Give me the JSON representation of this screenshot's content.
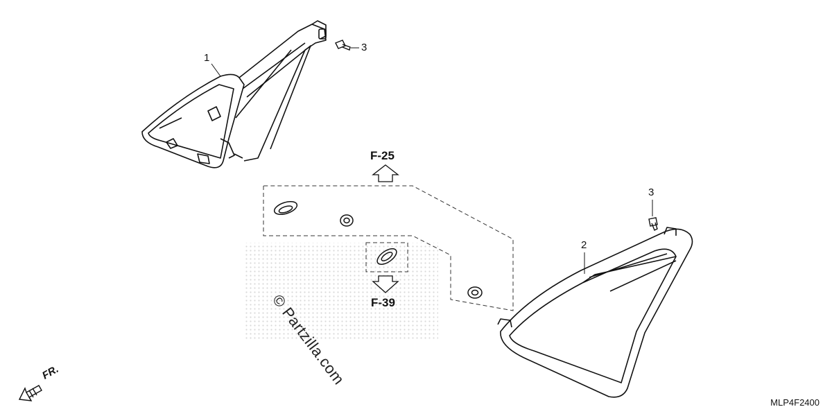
{
  "callouts": {
    "part1": "1",
    "part2": "2",
    "bolt_top": "3",
    "bolt_right": "3"
  },
  "references": {
    "up": "F-25",
    "down": "F-39"
  },
  "direction_label": "FR.",
  "watermark": "© Partzilla.com",
  "diagram_code": "MLP4F2400"
}
